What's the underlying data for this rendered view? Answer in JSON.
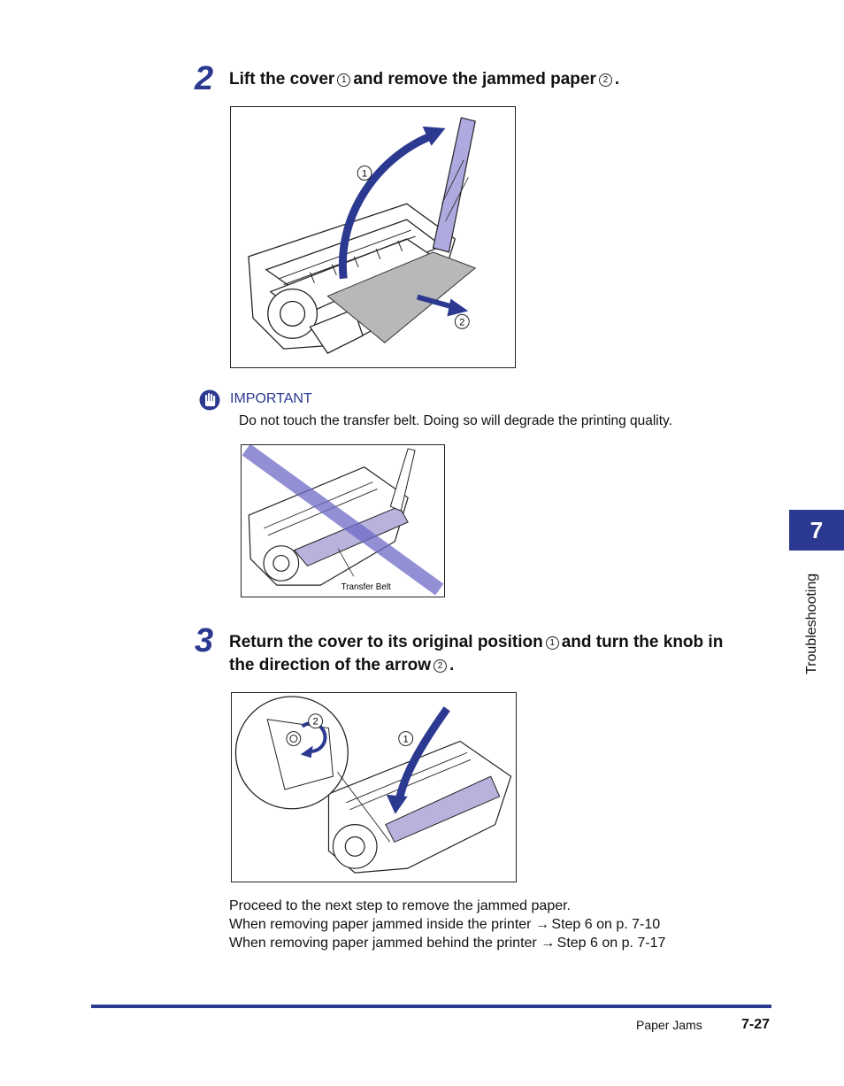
{
  "step2": {
    "number": "2",
    "text_a": "Lift the cover",
    "marker1": "1",
    "text_b": "and remove the jammed paper",
    "marker2": "2",
    "text_c": "."
  },
  "figure1": {
    "callout1": "1",
    "callout2": "2"
  },
  "important": {
    "label": "IMPORTANT",
    "text": "Do not touch the transfer belt. Doing so will degrade the printing quality."
  },
  "figure2": {
    "caption": "Transfer Belt"
  },
  "step3": {
    "number": "3",
    "text_a": "Return the cover to its original position",
    "marker1": "1",
    "text_b": "and turn the knob in",
    "text_c": "the direction of the arrow",
    "marker2": "2",
    "text_d": "."
  },
  "figure3": {
    "callout1": "1",
    "callout2": "2"
  },
  "proceed": {
    "line1": "Proceed to the next step to remove the jammed paper.",
    "line2_text": "When removing paper jammed inside the printer",
    "line2_ref": "Step 6 on p. 7-10",
    "line3_text": "When removing paper jammed behind the printer",
    "line3_ref": "Step 6 on p. 7-17",
    "arrow": "→"
  },
  "chapter_tab": {
    "number": "7",
    "label": "Troubleshooting"
  },
  "footer": {
    "section": "Paper Jams",
    "page": "7-27"
  },
  "colors": {
    "accent": "#2b3990",
    "paper": "#b8b8b8",
    "belt": "#b7b3dd"
  }
}
